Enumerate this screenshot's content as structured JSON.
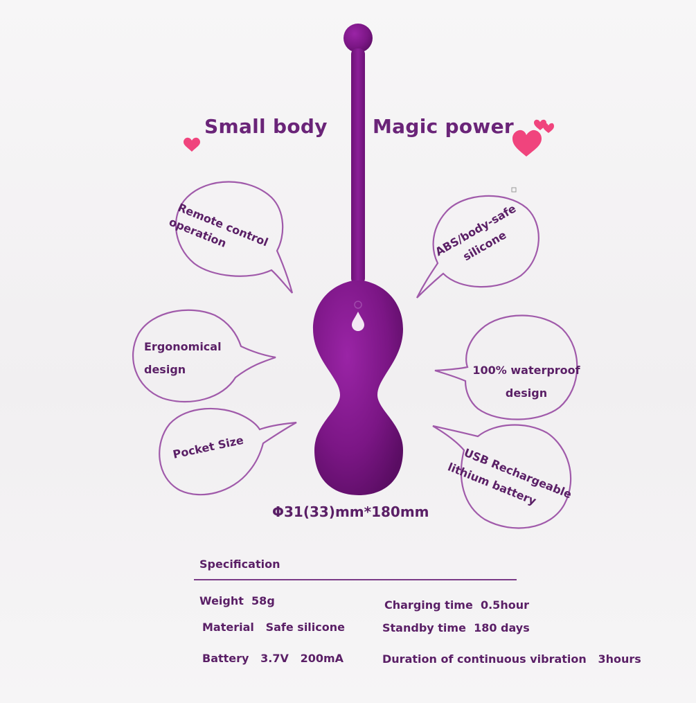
{
  "headline": {
    "left": "Small body",
    "right": "Magic power"
  },
  "features": {
    "remote": [
      "Remote control",
      "operation"
    ],
    "abs": [
      "ABS/body-safe",
      "silicone"
    ],
    "ergonomic": [
      "Ergonomical",
      "design"
    ],
    "waterproof": [
      "100% waterproof",
      "design"
    ],
    "pocket": "Pocket Size",
    "usb": [
      "USB Rechargeable",
      "lithium battery"
    ]
  },
  "dimensions": "Φ31(33)mm*180mm",
  "specification": {
    "title": "Specification",
    "weight": "Weight  58g",
    "material": "Material   Safe silicone",
    "battery": "Battery   3.7V   200mA",
    "charging": "Charging time  0.5hour",
    "standby": "Standby time  180 days",
    "vibration": "Duration of continuous vibration   3hours"
  },
  "colors": {
    "product": "#7b1685",
    "accent_text": "#6a2478",
    "bubble_stroke": "#a05aaa",
    "heart": "#f0447d"
  }
}
